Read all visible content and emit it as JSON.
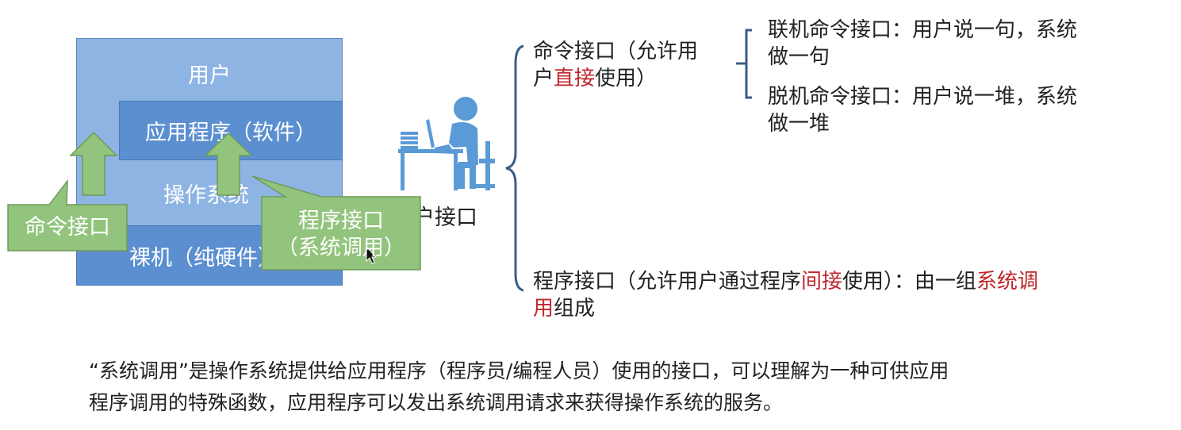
{
  "diagram": {
    "layers": {
      "user": "用户",
      "app": "应用程序（软件）",
      "os": "操作系统",
      "hardware": "裸机（纯硬件）"
    },
    "callouts": {
      "command_interface": "命令接口",
      "program_interface_line1": "程序接口",
      "program_interface_line2": "（系统调用）"
    },
    "user_interface_label": "用户接口",
    "icon_names": [
      "user-at-computer-icon",
      "mouse-cursor-icon"
    ],
    "colors": {
      "outer_box": "#8eb4e3",
      "app_box": "#5b8fd0",
      "hardware_box": "#5b8fd0",
      "callout_fill": "#93c47d",
      "callout_stroke": "#6e9a5a",
      "person": "#5a9ad6",
      "accent_red": "#c0262b"
    }
  },
  "tree": {
    "command": {
      "line1": "命令接口（允许用",
      "line2_pre": "户",
      "line2_red": "直接",
      "line2_post": "使用）"
    },
    "online": {
      "line1": "联机命令接口：用户说一句，系统",
      "line2": "做一句"
    },
    "offline": {
      "line1": "脱机命令接口：用户说一堆，系统",
      "line2": "做一堆"
    },
    "program": {
      "line1_pre": "程序接口（允许用户通过程序",
      "line1_red": "间接",
      "line1_mid": "使用）：由一组",
      "line1_red2": "系统调",
      "line2_red": "用",
      "line2_post": "组成"
    }
  },
  "description": {
    "line1": "“系统调用”是操作系统提供给应用程序（程序员/编程人员）使用的接口，可以理解为一种可供应用",
    "line2": "程序调用的特殊函数，应用程序可以发出系统调用请求来获得操作系统的服务。"
  }
}
